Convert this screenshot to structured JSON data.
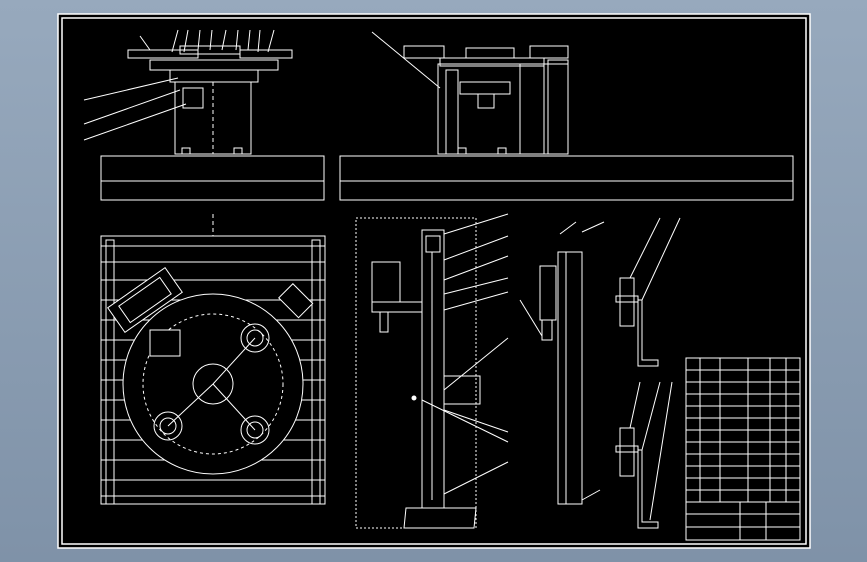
{
  "drawing": {
    "colors": {
      "background": "#8fa3b8",
      "sheet": "#000000",
      "line": "#ffffff"
    },
    "title_block": {
      "drawing_number": "",
      "drawing_title": "",
      "scale": ""
    },
    "views": [
      {
        "id": "front-view",
        "description_label": ""
      },
      {
        "id": "side-view",
        "description_label": ""
      },
      {
        "id": "top-view",
        "description_label": ""
      },
      {
        "id": "column-section-view",
        "description_label": ""
      },
      {
        "id": "column-side-view",
        "description_label": ""
      },
      {
        "id": "bracket-detail-upper",
        "description_label": ""
      },
      {
        "id": "bracket-detail-lower",
        "description_label": ""
      }
    ]
  }
}
